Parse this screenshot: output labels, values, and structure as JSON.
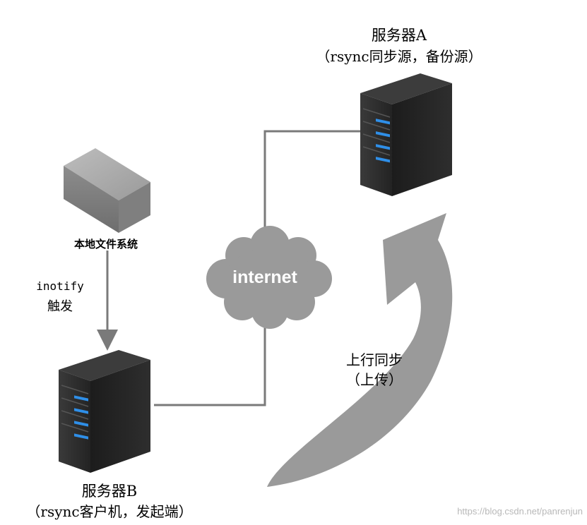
{
  "server_a": {
    "title": "服务器A",
    "subtitle": "（rsync同步源，备份源）"
  },
  "server_b": {
    "title": "服务器B",
    "subtitle": "（rsync客户机，发起端）"
  },
  "local_fs": {
    "label": "本地文件系统"
  },
  "trigger": {
    "line1": "inotify",
    "line2": "触发"
  },
  "cloud": {
    "label": "internet"
  },
  "sync_arrow": {
    "line1": "上行同步",
    "line2": "（上传）"
  },
  "watermark": "https://blog.csdn.net/panrenjun",
  "colors": {
    "server_body": "#2b2b2b",
    "server_light": "#2f8fe8",
    "cable": "#7a7a7a",
    "cloud": "#9a9a9a",
    "arrow": "#9a9a9a",
    "local_box": "#8f8f8f"
  },
  "icons": [
    "server-icon",
    "storage-box-icon",
    "cloud-icon",
    "curved-arrow-icon"
  ]
}
